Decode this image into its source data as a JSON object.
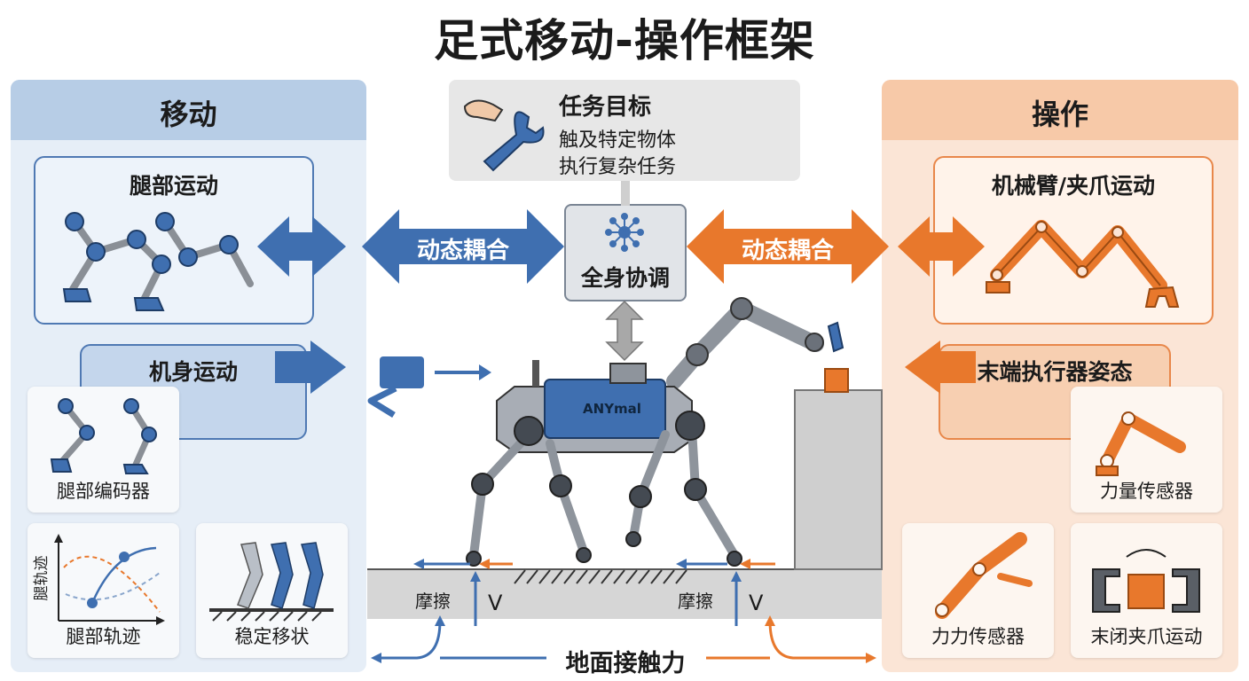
{
  "title": "足式移动-操作框架",
  "locomotion": {
    "header": "移动",
    "leg_motion": "腿部运动",
    "body_motion": "机身运动",
    "cards": {
      "leg_encoder": "腿部编码器",
      "leg_trajectory": "腿部轨迹",
      "leg_trajectory_axis": "腿轨迹",
      "stable_gait": "稳定移状"
    }
  },
  "manipulation": {
    "header": "操作",
    "arm_motion": "机械臂/夹爪运动",
    "ee_pose": "末端执行器姿态",
    "cards": {
      "force_sensor": "力量传感器",
      "force_force_sensor": "力力传感器",
      "gripper_motion": "末闭夹爪运动"
    }
  },
  "task": {
    "title": "任务目标",
    "line1": "触及特定物体",
    "line2": "执行复杂任务"
  },
  "coordination": {
    "label": "全身协调",
    "coupling_left": "动态耦合",
    "coupling_right": "动态耦合"
  },
  "robot": {
    "label": "ANYmal"
  },
  "ground": {
    "friction_left": "摩擦",
    "velocity_left": "V",
    "friction_right": "摩擦",
    "velocity_right": "V",
    "contact_force": "地面接触力"
  },
  "colors": {
    "blue": "#3f6fb0",
    "orange": "#e8782c",
    "gray": "#a8a8a8"
  }
}
